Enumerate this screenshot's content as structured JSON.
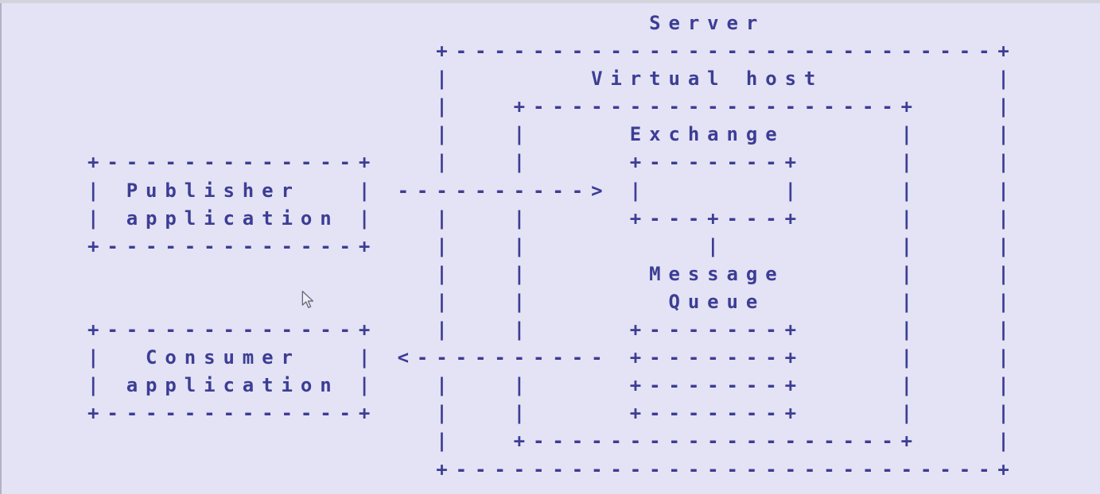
{
  "colors": {
    "background": "#e3e3f5",
    "text": "#3d3d95",
    "top_edge": "#d3d3dc",
    "left_edge": "#b2b2c2"
  },
  "diagram": {
    "labels": {
      "server": "Server",
      "virtual_host": "Virtual host",
      "exchange": "Exchange",
      "message_queue": "Message Queue",
      "publisher": "Publisher application",
      "consumer": "Consumer application"
    },
    "ascii_lines": [
      "                             Server",
      "                  +----------------------------+",
      "                  |       Virtual host         |",
      "                  |   +-------------------+    |",
      "                  |   |     Exchange      |    |",
      "+-------------+   |   |     +-------+     |    |",
      "| Publisher   | ----------> |       |     |    |",
      "| application |   |   |     +---+---+     |    |",
      "+-------------+   |   |         |         |    |",
      "                  |   |      Message      |    |",
      "                  |   |       Queue       |    |",
      "+-------------+   |   |     +-------+     |    |",
      "|  Consumer   | <---------- +-------+     |    |",
      "| application |   |   |     +-------+     |    |",
      "+-------------+   |   |     +-------+     |    |",
      "                  |   +-------------------+    |",
      "                  +----------------------------+"
    ]
  }
}
